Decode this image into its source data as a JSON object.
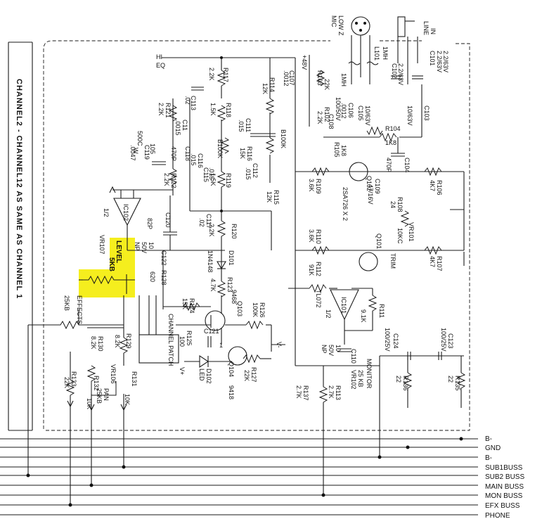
{
  "colors": {
    "highlight": "#f5ee1e",
    "ink": "#111111",
    "paper": "#ffffff"
  },
  "side_note": "CHANNEL2 - CHANNEL12 AS SAME AS CHANNEL 1",
  "inputs": {
    "mic": "MIC",
    "mic_z": "LOW Z",
    "line": "LINE",
    "line_in": "IN"
  },
  "labels": {
    "hi_eq": "HI",
    "eq": "EQ",
    "r117": "R117",
    "r117v": "2.2K",
    "r118": "R118",
    "r118v": "1.5K",
    "r114": "R114",
    "r114v": "12K",
    "c107": "C107",
    "c107v": ".0012",
    "r103": "R103",
    "r103v": "22K",
    "c102": "C102",
    "c102v": "2.2/63V",
    "c101": "C101",
    "c101v": "2.2/63V",
    "v48": "+48V",
    "c108": "C108",
    "c108v": "100/50V",
    "c106": "C106",
    "c106v": ".0012",
    "r102": "R102",
    "r102v": "2.2K",
    "r105": "R105",
    "r105v": "1K8",
    "r104": "R104",
    "r104v": "1K8",
    "c105": "C105",
    "c105v": "10/63V",
    "c103": "C103",
    "c103v": "10/63V",
    "l101": "L101",
    "l101v": "1MH",
    "l102": "1MH",
    "r121": "R121",
    "r121v": "2.2K",
    "c113": "C113",
    "c113v": ".02",
    "c11x": "C11",
    "c11xv": ".0015",
    "c111": "C111",
    "c111v": ".015",
    "r116": "R116",
    "r116v": "15K",
    "b100k": "B100K",
    "b100k2": "B100K",
    "c119": "C119",
    "c119v": "500C",
    "c119v2": "105",
    "c119v3": "W",
    "c119v4": ".0047",
    "c118": "C118",
    "c118v": "470P",
    "c116": "C116",
    "c116v": ".015",
    "c115": "C115",
    "c115v": ".015",
    "c112": "C112",
    "c112v": ".015",
    "r122": "R122",
    "r122v": "2.2K",
    "r119": "R119",
    "r119v": "1.5K",
    "r115": "R115",
    "r115v": "12K",
    "r109": "R109",
    "r109v": "3.6K",
    "q102": "Q102",
    "c109": "C109",
    "c109v": "47/16V",
    "c104": "C104",
    "c104v": "470P",
    "r106": "R106",
    "r106v": "4K7",
    "r108": "R108",
    "r108v": "24",
    "ic102": "IC102",
    "ic102h": "1/2",
    "c120": "C120",
    "c120v": "82P",
    "c117": "C117",
    "c117v": ".02",
    "r120": "R120",
    "r120v": "2.2K",
    "sa726": "2SA726 X 2",
    "r110": "R110",
    "r110v": "3.6K",
    "q101": "Q101",
    "vr101": "VR101",
    "vr101v": "10KC",
    "trim": "TRIM",
    "level": "LEVEL",
    "level_v": "5KB",
    "vr107": "VR107",
    "c122": "C122",
    "c122v": "10",
    "c122v2": "50V",
    "c122np": "NP",
    "r128": "R128",
    "r128v": "620",
    "d101": "D101",
    "d101v": "1N4148",
    "r123": "R123",
    "r123v": "4.7K",
    "r112": "R112",
    "r112v": "91K",
    "r107": "R107",
    "r107v": "4K7",
    "effects": "EFFECTS",
    "effects_v": "25KB",
    "r124": "R124",
    "r124v": "15K",
    "q103": "Q103",
    "q103v": "9468",
    "r126": "R126",
    "r126v": "100K",
    "tl072": "TL072",
    "ic101": "IC101",
    "ic101h": "1/2",
    "r111": "R111",
    "r111v": "9.1K",
    "r129": "R129",
    "r129v": "8.2K",
    "r130": "R130",
    "r130v": "8.2K",
    "r125": "R125",
    "r125v": "100",
    "c121": "C121",
    "channel_patch": "CHANNEL PATCH",
    "vminus": "V-",
    "c110": "C110",
    "c110v": "10",
    "c110v2": "50V",
    "c110np": "NP",
    "c124": "C124",
    "c124v": "100/25V",
    "c123": "C123",
    "c123v": "100/25V",
    "vr106": "VR106",
    "vr106v": "PAN",
    "vr106v2": "25KB",
    "r131": "R131",
    "r131v": "10K",
    "r132": "R132",
    "r132v": "10K",
    "r133": "R133",
    "r133v": "22K",
    "vplus": "V+",
    "d102": "D102",
    "d102v": "LED",
    "q104": "Q104",
    "q104v": "9418",
    "r127": "R127",
    "r127v": "22K",
    "monitor": "MONITOR",
    "monitor_v": "25 KB",
    "vr102": "VR102",
    "r136": "R136",
    "r136v": "22",
    "r135": "R135",
    "r135v": "22",
    "r137": "R137",
    "r137v": "2.7K",
    "r113": "R113",
    "r113v": "2.7K"
  },
  "buses": [
    "B-",
    "GND",
    "B-",
    "SUB1BUSS",
    "SUB2 BUSS",
    "MAIN BUSS",
    "MON BUSS",
    "EFX BUSS",
    "PHONE"
  ]
}
